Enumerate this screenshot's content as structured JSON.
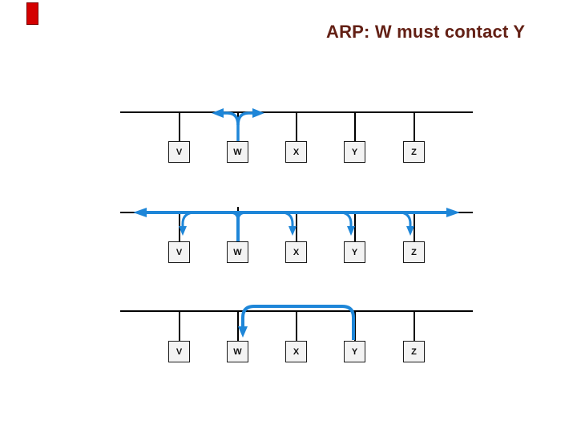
{
  "slide": {
    "title": "ARP: W must contact Y"
  },
  "nodes": [
    "V",
    "W",
    "X",
    "Y",
    "Z"
  ],
  "icons": {
    "broadcast_split": "w-broadcast-split-arrows",
    "bus_left_arrow": "bus-propagate-left-arrow",
    "bus_right_arrow": "bus-propagate-right-arrow",
    "reply_arrow": "y-to-w-reply-arrow"
  },
  "colors": {
    "title_color": "#632015",
    "arrow_blue": "#1e86d8",
    "corner_marker_red": "#d40000",
    "bus_black": "#000000",
    "node_fill": "#f3f3f3"
  }
}
